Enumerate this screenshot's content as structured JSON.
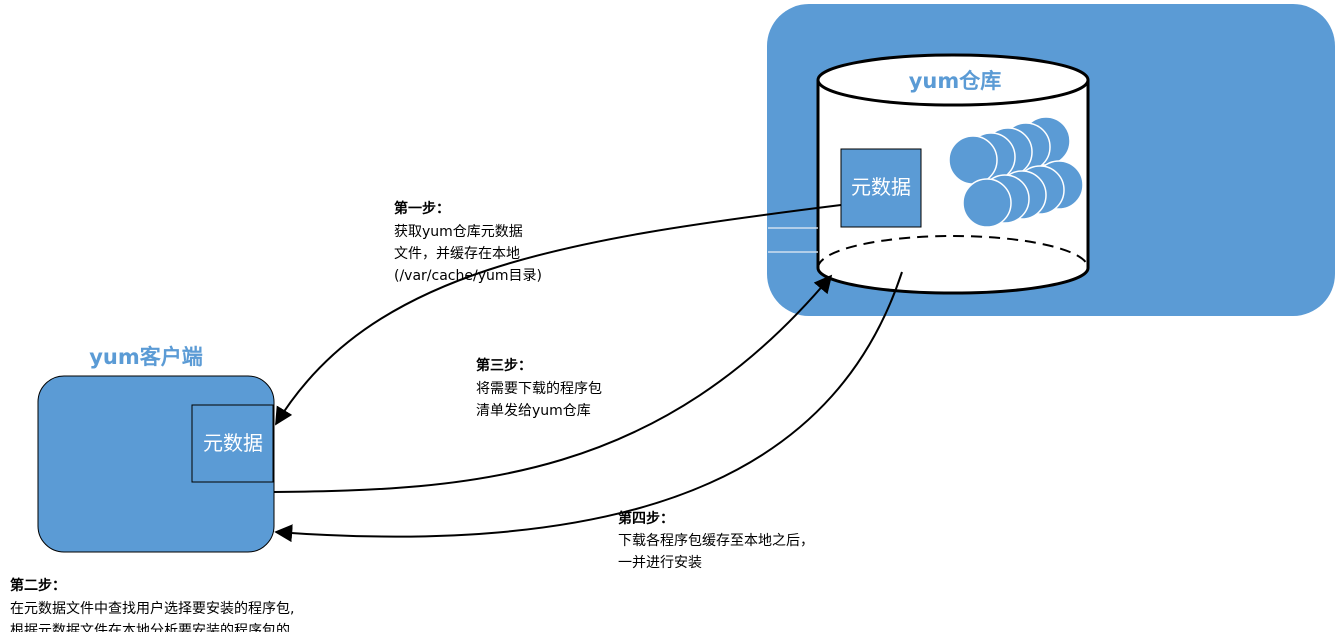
{
  "repo": {
    "title": "yum仓库",
    "metadata_label": "元数据"
  },
  "client": {
    "title": "yum客户端",
    "metadata_label": "元数据"
  },
  "steps": {
    "step1": {
      "heading": "第一步：",
      "lines": [
        "获取yum仓库元数据",
        "文件，并缓存在本地",
        "(/var/cache/yum目录)"
      ]
    },
    "step2": {
      "heading": "第二步：",
      "lines": [
        "在元数据文件中查找用户选择要安装的程序包,",
        "根据元数据文件在本地分析要安装的程序包的"
      ]
    },
    "step3": {
      "heading": "第三步：",
      "lines": [
        "将需要下载的程序包",
        "清单发给yum仓库"
      ]
    },
    "step4": {
      "heading": "第四步：",
      "lines": [
        "下载各程序包缓存至本地之后，",
        "一并进行安装"
      ]
    }
  },
  "colors": {
    "panel_blue": "#5B9BD5",
    "title_blue": "#5B9BD5",
    "package_blue": "#5B9BD5"
  }
}
